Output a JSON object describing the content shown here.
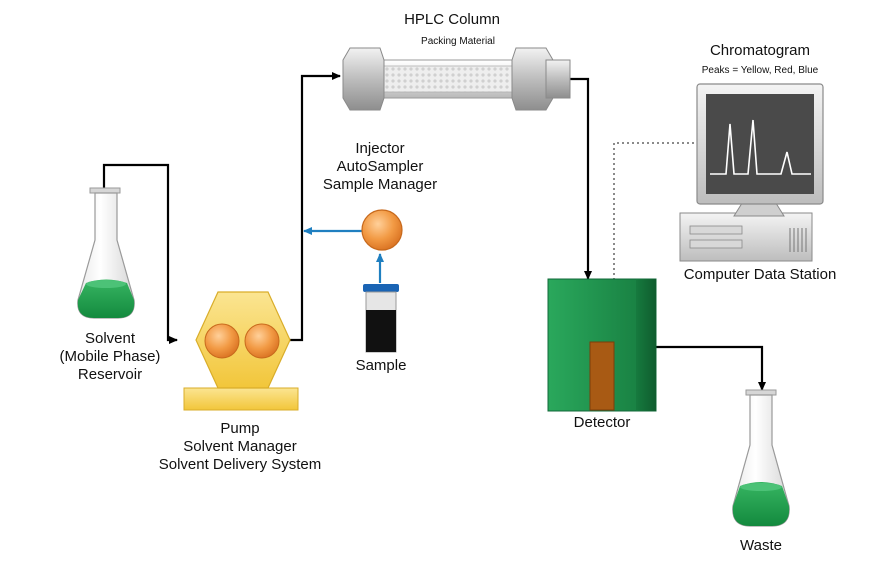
{
  "colors": {
    "flow_line": "#000000",
    "sample_arrow": "#1f7fc0",
    "signal_dotted": "#8a8a8a",
    "solvent_green": "#1a9a4a",
    "pump_yellow": "#f6d24a",
    "pump_orange": "#f29a44",
    "detector_green": "#1e9a52",
    "detector_cell": "#a85a14",
    "column_silver": "#c8c8c8",
    "monitor_screen": "#4a4a4a",
    "peak_trace": "#ffffff",
    "sample_vial_cap": "#1a64b4",
    "sample_vial_fill": "#111111"
  },
  "labels": {
    "column_title": "HPLC Column",
    "column_subtitle": "Packing Material",
    "chromatogram_title": "Chromatogram",
    "chromatogram_subtitle": "Peaks = Yellow, Red, Blue",
    "injector_lines": [
      "Injector",
      "AutoSampler",
      "Sample Manager"
    ],
    "solvent_lines": [
      "Solvent",
      "(Mobile Phase)",
      "Reservoir"
    ],
    "pump_lines": [
      "Pump",
      "Solvent Manager",
      "Solvent Delivery System"
    ],
    "sample": "Sample",
    "detector": "Detector",
    "computer": "Computer Data Station",
    "waste": "Waste"
  }
}
